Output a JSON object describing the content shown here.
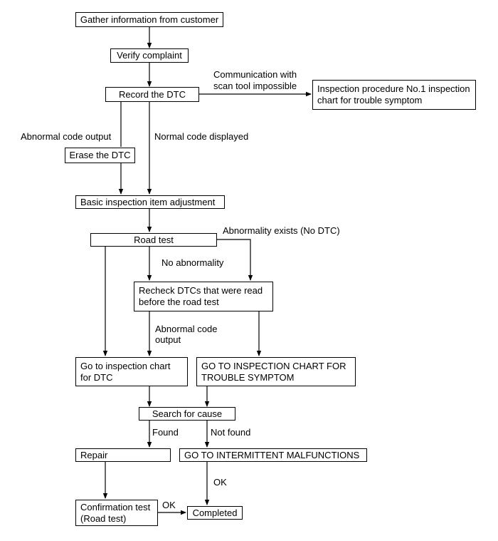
{
  "nodes": {
    "gather": "Gather information from customer",
    "verify": "Verify complaint",
    "record": "Record the DTC",
    "inspection_no1": "Inspection procedure No.1 inspection chart for trouble symptom",
    "erase": "Erase the DTC",
    "basic": "Basic inspection item adjustment",
    "road_test": "Road test",
    "recheck": "Recheck DTCs that were read before the road test",
    "goto_dtc": "Go to inspection chart for DTC",
    "goto_symptom": "GO TO INSPECTION CHART FOR TROUBLE SYMPTOM",
    "search": "Search for cause",
    "repair": "Repair",
    "intermittent": "GO TO INTERMITTENT MALFUNCTIONS",
    "confirm": "Confirmation test (Road test)",
    "completed": "Completed"
  },
  "edge_labels": {
    "comm_impossible_1": "Communication with",
    "comm_impossible_2": "scan tool impossible",
    "abnormal_code": "Abnormal code output",
    "normal_code": "Normal code displayed",
    "abnormality_exists": "Abnormality exists (No DTC)",
    "no_abnormality": "No abnormality",
    "abnormal_code_output_1": "Abnormal code",
    "abnormal_code_output_2": "output",
    "found": "Found",
    "not_found": "Not found",
    "ok_intermittent": "OK",
    "ok_confirm": "OK"
  }
}
